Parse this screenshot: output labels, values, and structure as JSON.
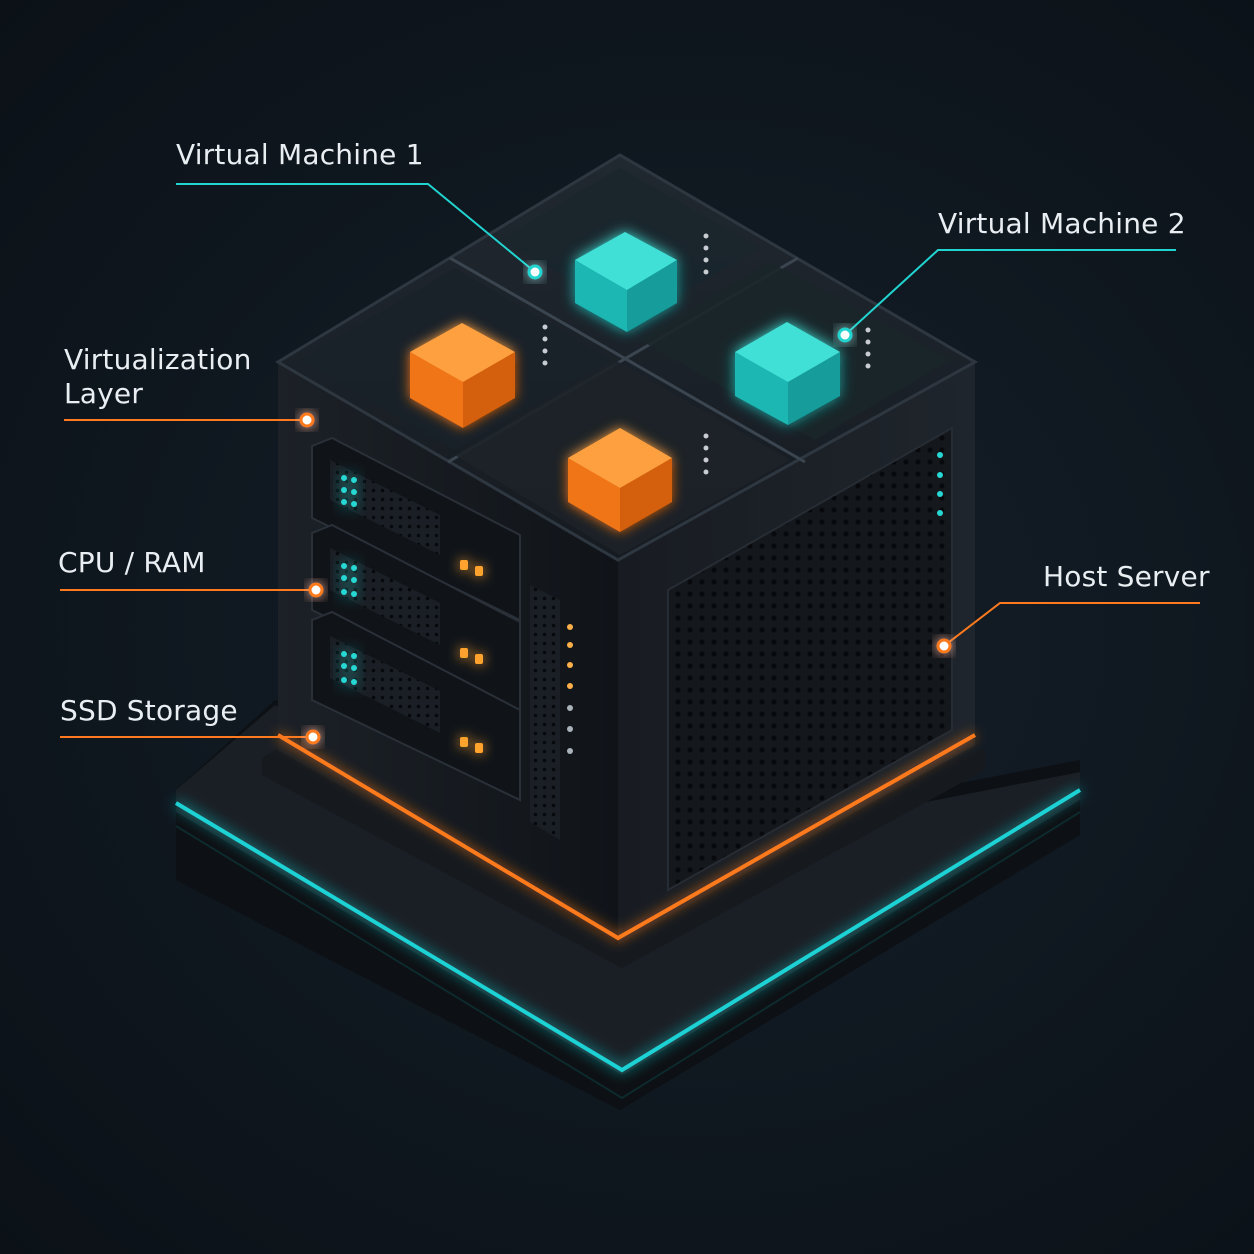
{
  "diagram": {
    "labels": {
      "vm1": "Virtual Machine 1",
      "vm2": "Virtual Machine 2",
      "virtualization": "Virtualization\nLayer",
      "cpu_ram": "CPU / RAM",
      "ssd": "SSD Storage",
      "host": "Host Server"
    },
    "colors": {
      "background": "#0f171f",
      "accent_orange": "#ff7a1f",
      "accent_teal": "#21d4d0",
      "chassis": "#15191e",
      "text": "#e9eef2"
    },
    "icons": {
      "vm1": "teal-cube-icon",
      "vm2": "teal-cube-icon",
      "vm3": "orange-cube-icon",
      "vm4": "orange-cube-icon"
    }
  }
}
